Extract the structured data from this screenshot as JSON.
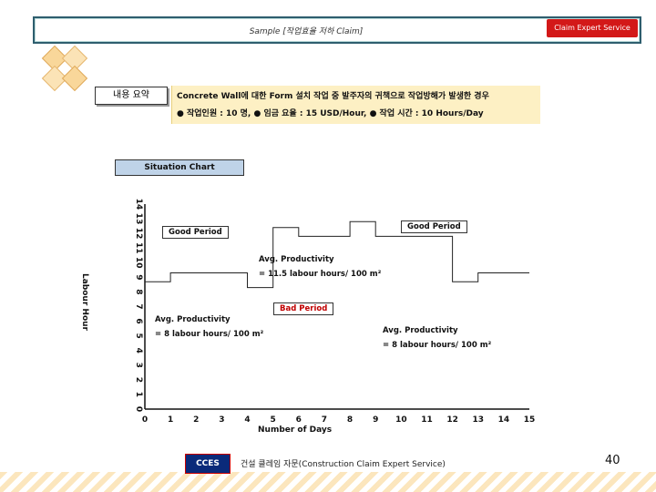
{
  "header": {
    "title": "Sample [작업효율 저하 Claim]",
    "service_badge": "Claim Expert Service"
  },
  "summary": {
    "label": "내용 요약",
    "line1": "Concrete Wall에 대한 Form 설치 작업 중 발주자의 귀책으로 작업방해가 발생한 경우",
    "line2": "● 작업인원 : 10 명, ● 임금 요율 : 15 USD/Hour, ● 작업 시간 : 10 Hours/Day"
  },
  "chart_data": {
    "type": "line",
    "title": "Situation Chart",
    "xlabel": "Number of Days",
    "ylabel": "Labour Hour",
    "xlim": [
      0,
      15
    ],
    "ylim": [
      0,
      14
    ],
    "x_ticks": [
      0,
      1,
      2,
      3,
      4,
      5,
      6,
      7,
      8,
      9,
      10,
      11,
      12,
      13,
      14,
      15
    ],
    "y_ticks": [
      0,
      1,
      2,
      3,
      4,
      5,
      6,
      7,
      8,
      9,
      10,
      11,
      12,
      13,
      14
    ],
    "series": [
      {
        "x": [
          0,
          1,
          1,
          4,
          4,
          5,
          5,
          6,
          6,
          8,
          8,
          9,
          9,
          12,
          12,
          13,
          13,
          15
        ],
        "y": [
          8.7,
          8.7,
          9.3,
          9.3,
          8.3,
          8.3,
          12.4,
          12.4,
          11.8,
          11.8,
          12.8,
          12.8,
          11.8,
          11.8,
          8.7,
          8.7,
          9.3,
          9.3
        ]
      }
    ],
    "annotations": {
      "good_period_1": "Good Period",
      "good_period_2": "Good Period",
      "bad_period": "Bad Period",
      "avg_good_line1": "Avg. Productivity",
      "avg_good_line2": "= 11.5 labour hours/ 100 m²",
      "avg_bad_left_line1": "Avg. Productivity",
      "avg_bad_left_line2": "= 8 labour hours/ 100 m²",
      "avg_bad_right_line1": "Avg. Productivity",
      "avg_bad_right_line2": "= 8 labour hours/ 100 m²"
    }
  },
  "footer": {
    "logo": "CCES",
    "text": "건설 클레임 자문(Construction Claim Expert Service)",
    "page_number": "40"
  }
}
